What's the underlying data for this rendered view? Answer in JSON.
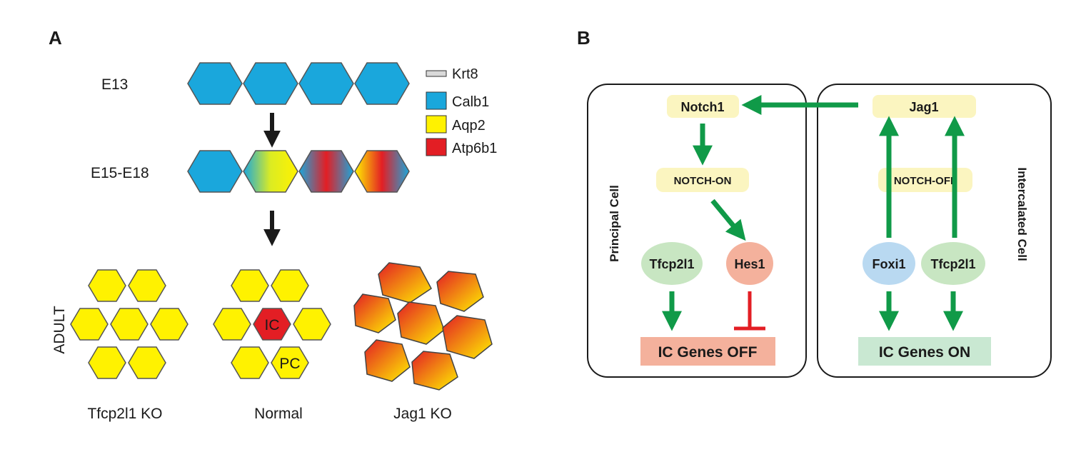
{
  "panel_a": {
    "letter": "A",
    "stages": {
      "e13": "E13",
      "e15": "E15-E18",
      "adult": "ADULT"
    },
    "legend": [
      {
        "label": "Krt8",
        "color": "#d9d9d9"
      },
      {
        "label": "Calb1",
        "color": "#1aa7dc"
      },
      {
        "label": "Aqp2",
        "color": "#fff200"
      },
      {
        "label": "Atp6b1",
        "color": "#e31e24"
      }
    ],
    "cluster_labels": {
      "ic": "IC",
      "pc": "PC"
    },
    "captions": {
      "ko1": "Tfcp2l1 KO",
      "normal": "Normal",
      "ko2": "Jag1 KO"
    }
  },
  "panel_b": {
    "letter": "B",
    "principal": {
      "side_label": "Principal Cell",
      "notch1": "Notch1",
      "notch_on": "NOTCH-ON",
      "tfcp2l1": "Tfcp2l1",
      "hes1": "Hes1",
      "genes": "IC Genes OFF"
    },
    "intercalated": {
      "side_label": "Intercalated Cell",
      "jag1": "Jag1",
      "notch_off": "NOTCH-OFF",
      "foxi1": "Foxi1",
      "tfcp2l1": "Tfcp2l1",
      "genes": "IC Genes ON"
    },
    "colors": {
      "activate": "#109a48",
      "inhibit": "#e31e24",
      "yellow_box": "#fbf5c0",
      "green_ellipse": "#c8e6c2",
      "blue_ellipse": "#b9d9f1",
      "pink_ellipse": "#f4b19c",
      "genes_off": "#f4b19c",
      "genes_on": "#c9e8d2"
    }
  }
}
